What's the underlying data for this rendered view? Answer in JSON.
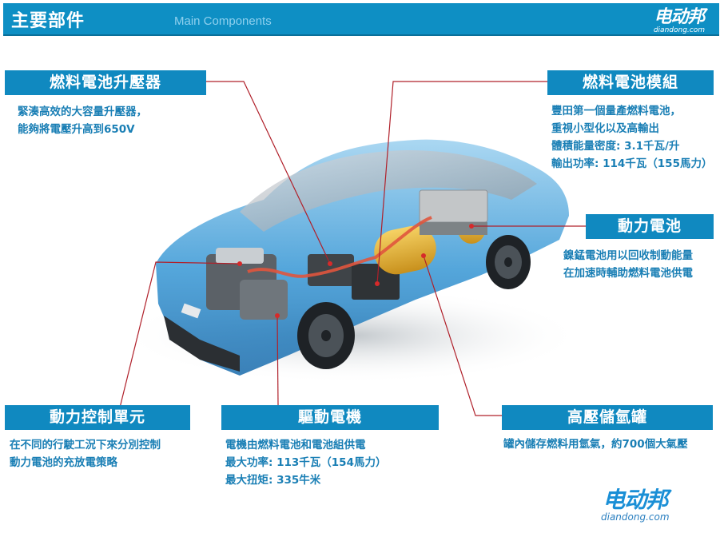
{
  "header": {
    "title": "主要部件",
    "subtitle": "Main Components",
    "logo": {
      "mark": "电动邦",
      "url": "diandong.com"
    }
  },
  "components": [
    {
      "id": "fc-boost-converter",
      "title": "燃料電池升壓器",
      "lines": [
        "緊湊高效的大容量升壓器，",
        "能夠將電壓升高到650V"
      ]
    },
    {
      "id": "fc-stack",
      "title": "燃料電池模組",
      "lines": [
        "豐田第一個量產燃料電池，",
        "重視小型化以及高輸出",
        "體積能量密度: 3.1千瓦/升",
        "輸出功率: 114千瓦（155馬力）"
      ]
    },
    {
      "id": "battery",
      "title": "動力電池",
      "lines": [
        "鎳錳電池用以回收制動能量",
        "在加速時輔助燃料電池供電"
      ]
    },
    {
      "id": "pcu",
      "title": "動力控制單元",
      "lines": [
        "在不同的行駛工況下來分別控制",
        "動力電池的充放電策略"
      ]
    },
    {
      "id": "motor",
      "title": "驅動電機",
      "lines": [
        "電機由燃料電池和電池組供電",
        "最大功率: 113千瓦（154馬力）",
        "最大扭矩: 335牛米"
      ]
    },
    {
      "id": "h2-tank",
      "title": "高壓儲氫罐",
      "lines": [
        "罐內儲存燃料用氫氣，約700個大氣壓"
      ]
    }
  ],
  "footer_logo": {
    "mark": "电动邦",
    "url": "diandong.com"
  },
  "colors": {
    "header_bg": "#0e8fc4",
    "label_bg": "#1089c0",
    "desc_text": "#1a7fb5",
    "leader_line": "#b0202a",
    "car_body": "#3d9ad6"
  }
}
